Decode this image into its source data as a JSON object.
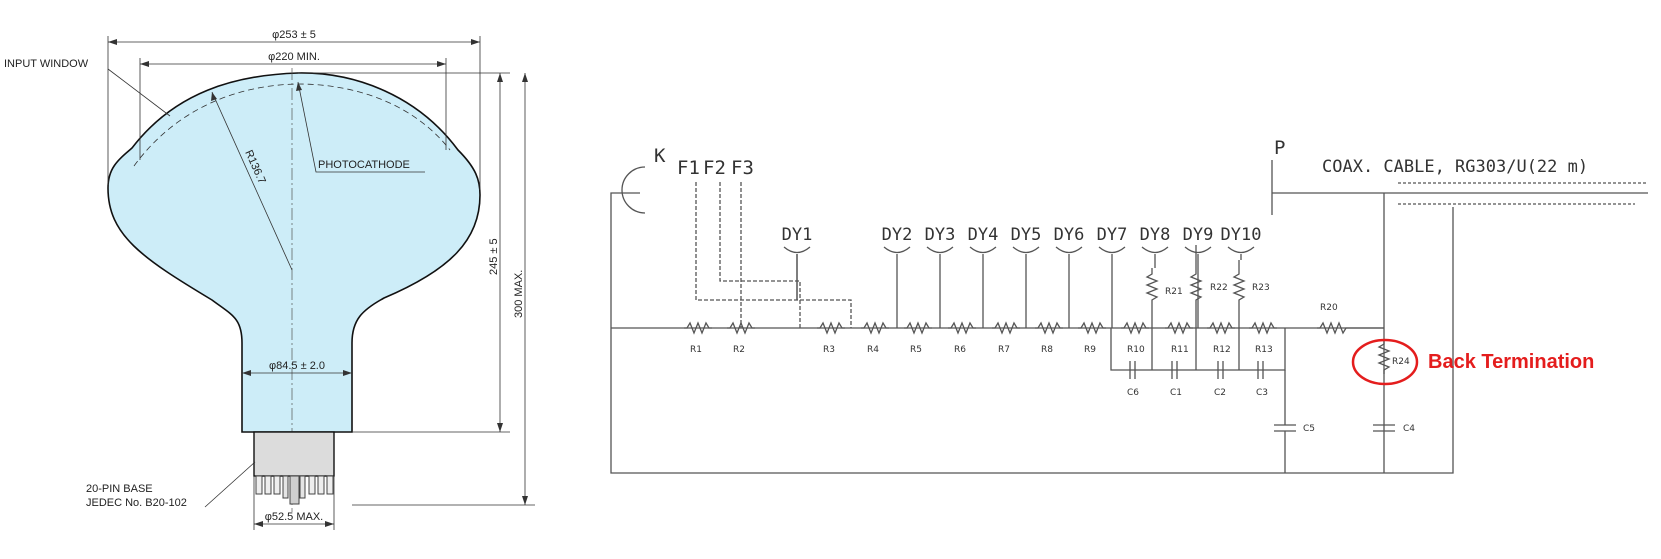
{
  "pmt_drawing": {
    "dim_outer_diameter": "φ253 ± 5",
    "dim_min_diameter": "φ220 MIN.",
    "label_input_window": "INPUT WINDOW",
    "label_photocathode": "PHOTOCATHODE",
    "dim_radius": "R136.7",
    "dim_neck_diameter": "φ84.5 ± 2.0",
    "dim_height": "245 ± 5",
    "dim_max_height": "300 MAX.",
    "label_base_line1": "20-PIN BASE",
    "label_base_line2": "JEDEC No. B20-102",
    "dim_base_diameter": "φ52.5 MAX.",
    "bulb_fill": "#cdedf8"
  },
  "circuit": {
    "cathode": "K",
    "anode": "P",
    "focus_electrodes": [
      "F1",
      "F2",
      "F3"
    ],
    "dynodes": [
      "DY1",
      "DY2",
      "DY3",
      "DY4",
      "DY5",
      "DY6",
      "DY7",
      "DY8",
      "DY9",
      "DY10"
    ],
    "divider_resistors": [
      "R1",
      "R2",
      "R3",
      "R4",
      "R5",
      "R6",
      "R7",
      "R8",
      "R9",
      "R10",
      "R11",
      "R12",
      "R13"
    ],
    "dynode_resistors": [
      "R21",
      "R22",
      "R23"
    ],
    "series_resistor": "R20",
    "termination_resistor": "R24",
    "capacitors": [
      "C6",
      "C1",
      "C2",
      "C3"
    ],
    "capacitor_c5": "C5",
    "capacitor_c4": "C4",
    "cable_label": "COAX. CABLE, RG303/U(22 m)",
    "annotation": "Back Termination",
    "annotation_color": "#e41d1d"
  }
}
